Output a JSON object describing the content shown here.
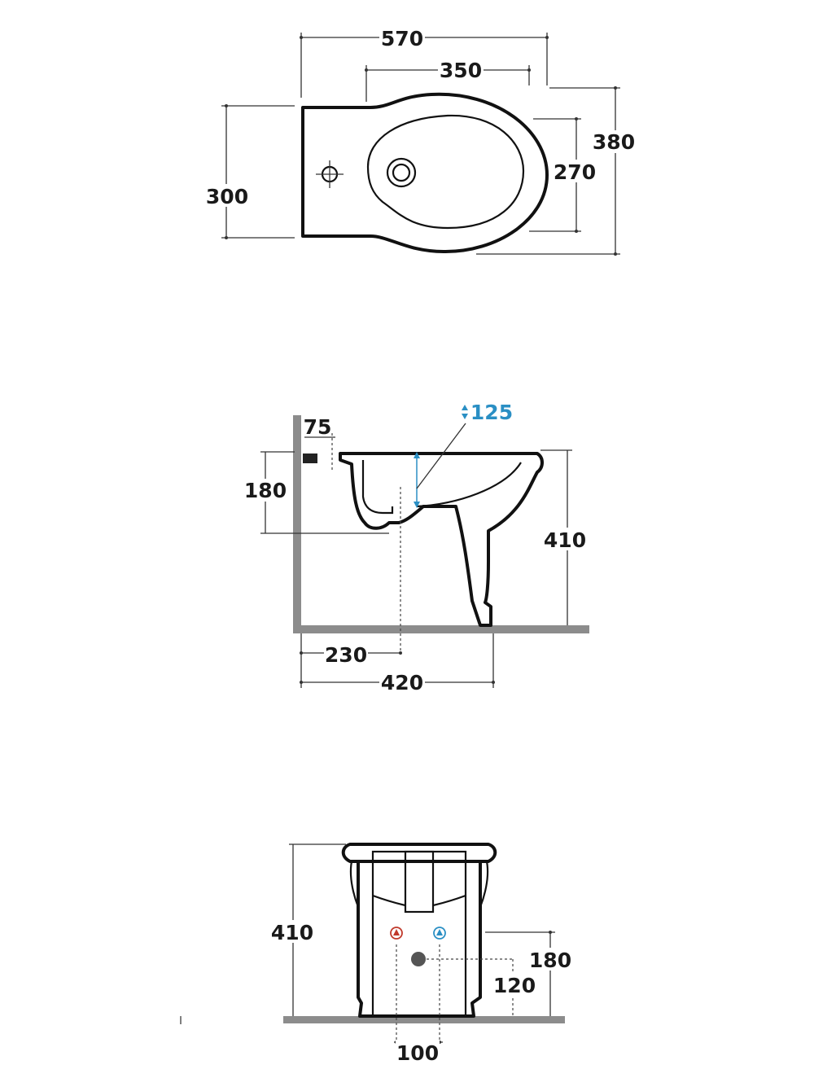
{
  "top_view": {
    "overall_length": "570",
    "bowl_length": "350",
    "overall_width": "380",
    "bowl_width": "270",
    "rear_width": "300"
  },
  "side_view": {
    "wall_offset": "75",
    "water_depth": "125",
    "outlet_height": "180",
    "height": "410",
    "outlet_distance": "230",
    "foot_depth": "420"
  },
  "rear_view": {
    "height": "410",
    "supply_height": "180",
    "waste_height": "120",
    "supply_spacing": "100"
  },
  "colors": {
    "hot_supply": "#c0392b",
    "cold_supply": "#2a8fc4",
    "water_annotation": "#2a8fc4",
    "floor": "#8c8c8c"
  }
}
